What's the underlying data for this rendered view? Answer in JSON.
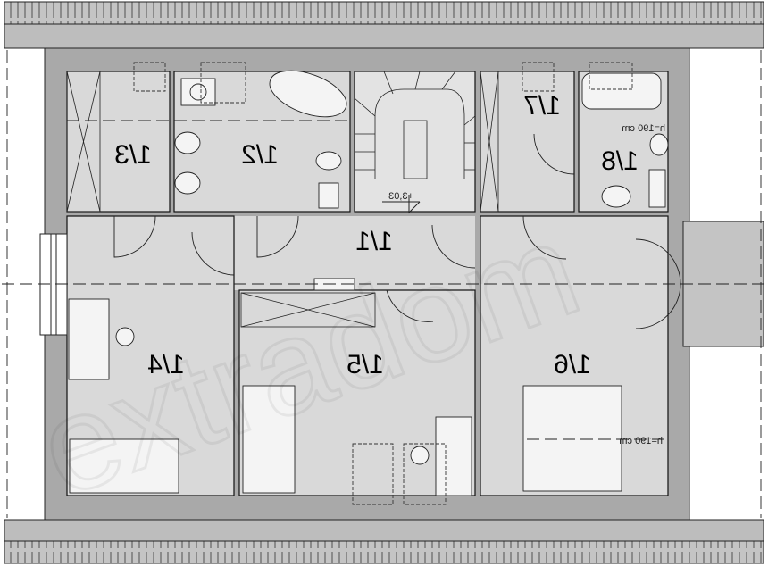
{
  "plan": {
    "rooms": [
      {
        "id": "1/1",
        "label": "1/1"
      },
      {
        "id": "1/2",
        "label": "1/2"
      },
      {
        "id": "1/3",
        "label": "1/3"
      },
      {
        "id": "1/4",
        "label": "1/4"
      },
      {
        "id": "1/5",
        "label": "1/5"
      },
      {
        "id": "1/6",
        "label": "1/6"
      },
      {
        "id": "1/7",
        "label": "1/7"
      },
      {
        "id": "1/8",
        "label": "1/8"
      }
    ],
    "level_mark": "+3,03",
    "height_note_1": "h=190 cm",
    "height_note_2": "h=190 cm",
    "watermark": "extradom",
    "colors": {
      "wall": "#a9a9a9",
      "floor": "#d9d9d9",
      "roof": "#bdbdbd",
      "line": "#000000"
    }
  }
}
